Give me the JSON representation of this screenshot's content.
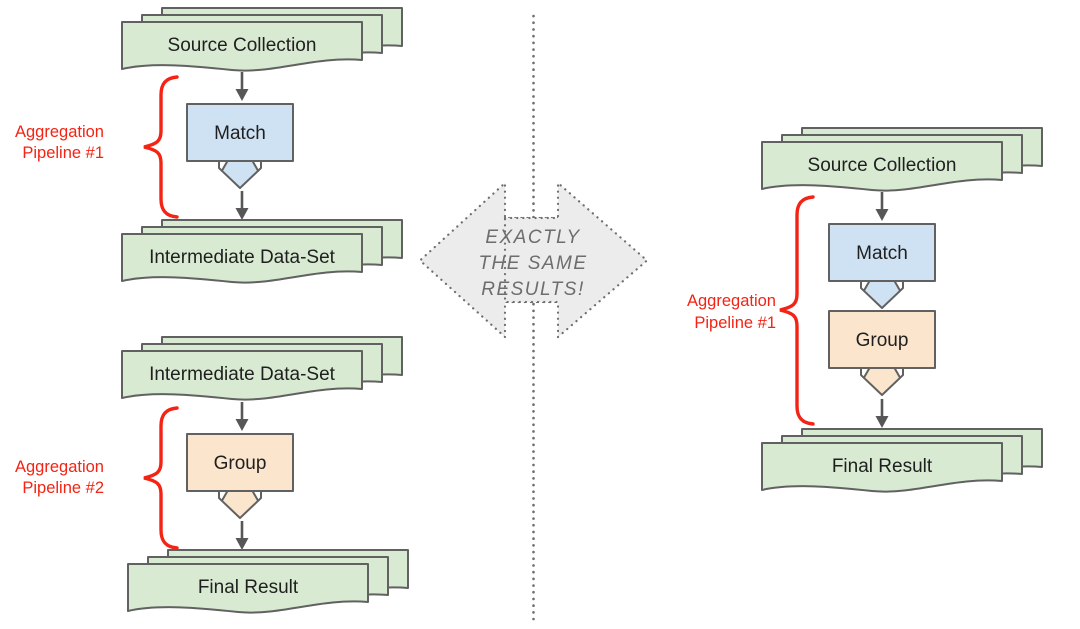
{
  "diagram": {
    "left": {
      "source_stack": "Source Collection",
      "match_stage": "Match",
      "intermediate_stack_top": "Intermediate Data-Set",
      "intermediate_stack_bottom": "Intermediate Data-Set",
      "group_stage": "Group",
      "final_stack": "Final Result",
      "pipeline1": {
        "label_line1": "Aggregation",
        "label_line2": "Pipeline #1"
      },
      "pipeline2": {
        "label_line1": "Aggregation",
        "label_line2": "Pipeline #2"
      }
    },
    "center": {
      "equivalence_line1": "EXACTLY",
      "equivalence_line2": "THE SAME",
      "equivalence_line3": "RESULTS!"
    },
    "right": {
      "source_stack": "Source Collection",
      "match_stage": "Match",
      "group_stage": "Group",
      "final_stack": "Final Result",
      "pipeline1": {
        "label_line1": "Aggregation",
        "label_line2": "Pipeline #1"
      }
    }
  },
  "colors": {
    "bg": "#ffffff",
    "doc_fill": "#d9ead3",
    "match_fill": "#cfe2f3",
    "group_fill": "#fce5cd",
    "shape_stroke": "#616161",
    "label_text": "#1f1f1f",
    "red": "#f42313",
    "arrow": "#575757",
    "center_fill": "#ececec",
    "center_dot": "#6e6e6e",
    "center_text": "#6d6d6d"
  }
}
